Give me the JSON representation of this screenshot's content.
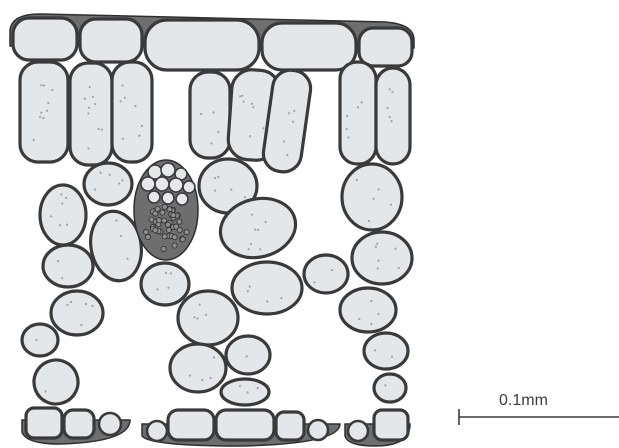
{
  "figure": {
    "scale_bar": {
      "label": "0.1mm"
    },
    "colors": {
      "cell_fill": "#e4e7ea",
      "cell_wall": "#3a3a3a",
      "epidermis_outer_wall": "#6e6e6e",
      "chloroplast_dots": "#9aa3ab",
      "background": "#ffffff"
    },
    "parts": [
      "upper-epidermis",
      "palisade-mesophyll",
      "spongy-mesophyll",
      "vascular-bundle",
      "lower-epidermis",
      "guard-cells"
    ]
  }
}
